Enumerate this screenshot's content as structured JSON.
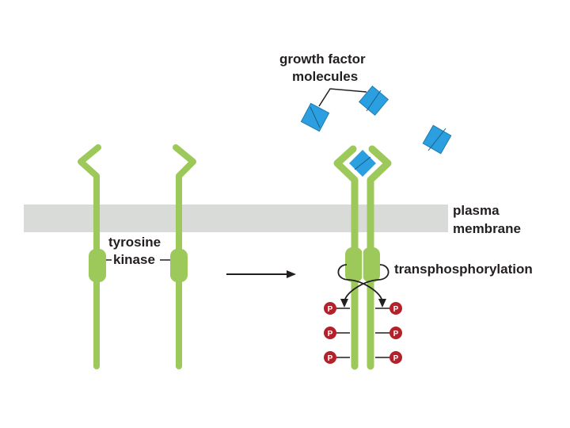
{
  "labels": {
    "growth_factor_line1": "growth factor",
    "growth_factor_line2": "molecules",
    "plasma_line1": "plasma",
    "plasma_line2": "membrane",
    "tyrosine_line1": "tyrosine",
    "tyrosine_line2": "kinase",
    "transphosphorylation": "transphosphorylation",
    "phosphate": "P"
  },
  "colors": {
    "receptor": "#9cc95a",
    "membrane": "#d9dbd9",
    "growth_factor": "#2b9fe0",
    "phosphate": "#b5212a",
    "text": "#231f20"
  }
}
